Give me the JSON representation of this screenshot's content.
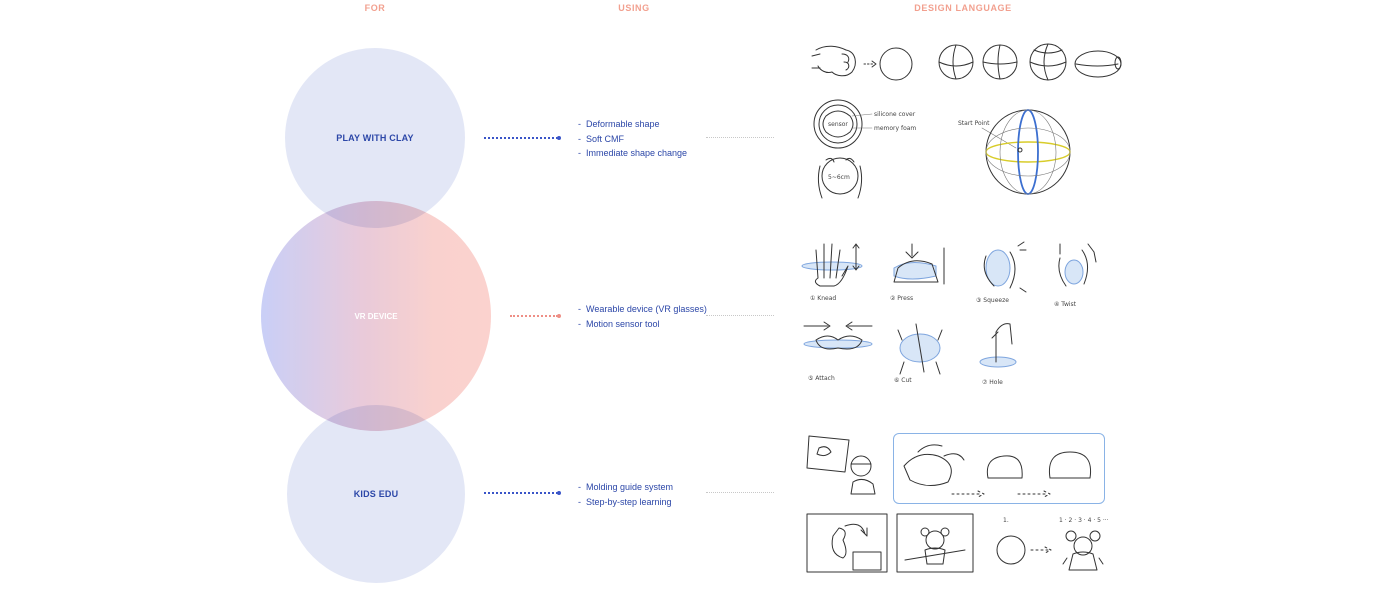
{
  "headers": {
    "for": "FOR",
    "using": "USING",
    "design_language": "DESIGN LANGUAGE"
  },
  "circles": {
    "play_with_clay": "PLAY WITH CLAY",
    "vr_device": "VR DEVICE",
    "kids_edu": "KIDS EDU"
  },
  "using": {
    "play_with_clay": [
      "Deformable shape",
      "Soft CMF",
      "Immediate shape change"
    ],
    "vr_device": [
      "Wearable device (VR glasses)",
      "Motion sensor tool"
    ],
    "kids_edu": [
      "Molding guide system",
      "Step-by-step learning"
    ]
  },
  "sketch_labels": {
    "silicone_cover": "silicone cover",
    "memory_foam": "memory foam",
    "sensor": "sensor",
    "size": "5~6cm",
    "start_point": "Start Point",
    "knead": "① Knead",
    "press": "② Press",
    "squeeze": "③ Squeeze",
    "twist": "④ Twist",
    "attach": "⑤ Attach",
    "cut": "⑥ Cut",
    "hole": "⑦ Hole",
    "step_one": "1.",
    "step_sequence": "1 · 2 · 3 · 4 · 5 ···"
  },
  "colors": {
    "accent_blue": "#2c47a8",
    "accent_salmon": "#f2a08f",
    "sketch_blue": "#5a86d6"
  }
}
